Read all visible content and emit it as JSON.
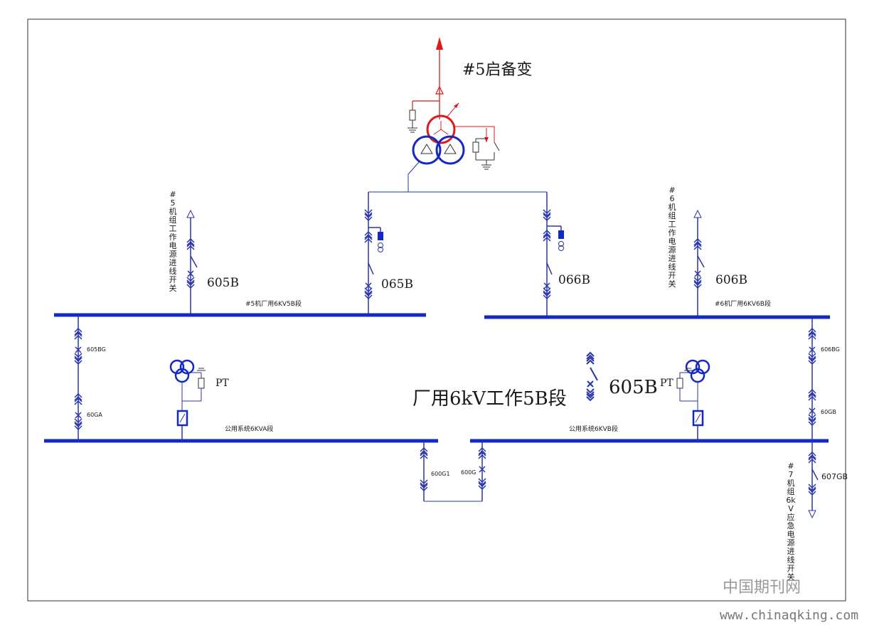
{
  "title": "#5启备变",
  "center_label": "厂用6kV工作5B段",
  "buses": {
    "bus5": "#5机厂用6KV5B段",
    "bus6": "#6机厂用6KV6B段",
    "busA": "公用系统6KVA段",
    "busB": "公用系统6KVB段"
  },
  "breakers": {
    "b605B": "605B",
    "b065B": "065B",
    "b066B": "066B",
    "b606B": "606B",
    "b605BG": "605BG",
    "b60GA": "60GA",
    "b606BG": "606BG",
    "b60GB": "60GB",
    "b600G1": "600G1",
    "b600G": "600G",
    "b607GB": "607GB",
    "legend605B": "605B"
  },
  "pt_labels": {
    "left": "PT",
    "right": "PT"
  },
  "vertical_labels": {
    "unit5": "#5机组工作电源进线开关",
    "unit6": "#6机组工作电源进线开关",
    "unit7": "#7机组6kV应急电源进线开关"
  },
  "watermark": {
    "cn": "中国期刊网",
    "url": "www.chinaqking.com"
  },
  "colors": {
    "bus": "#1428c8",
    "wire": "#2a35a8",
    "hv": "#e01818",
    "frame": "#333333"
  }
}
